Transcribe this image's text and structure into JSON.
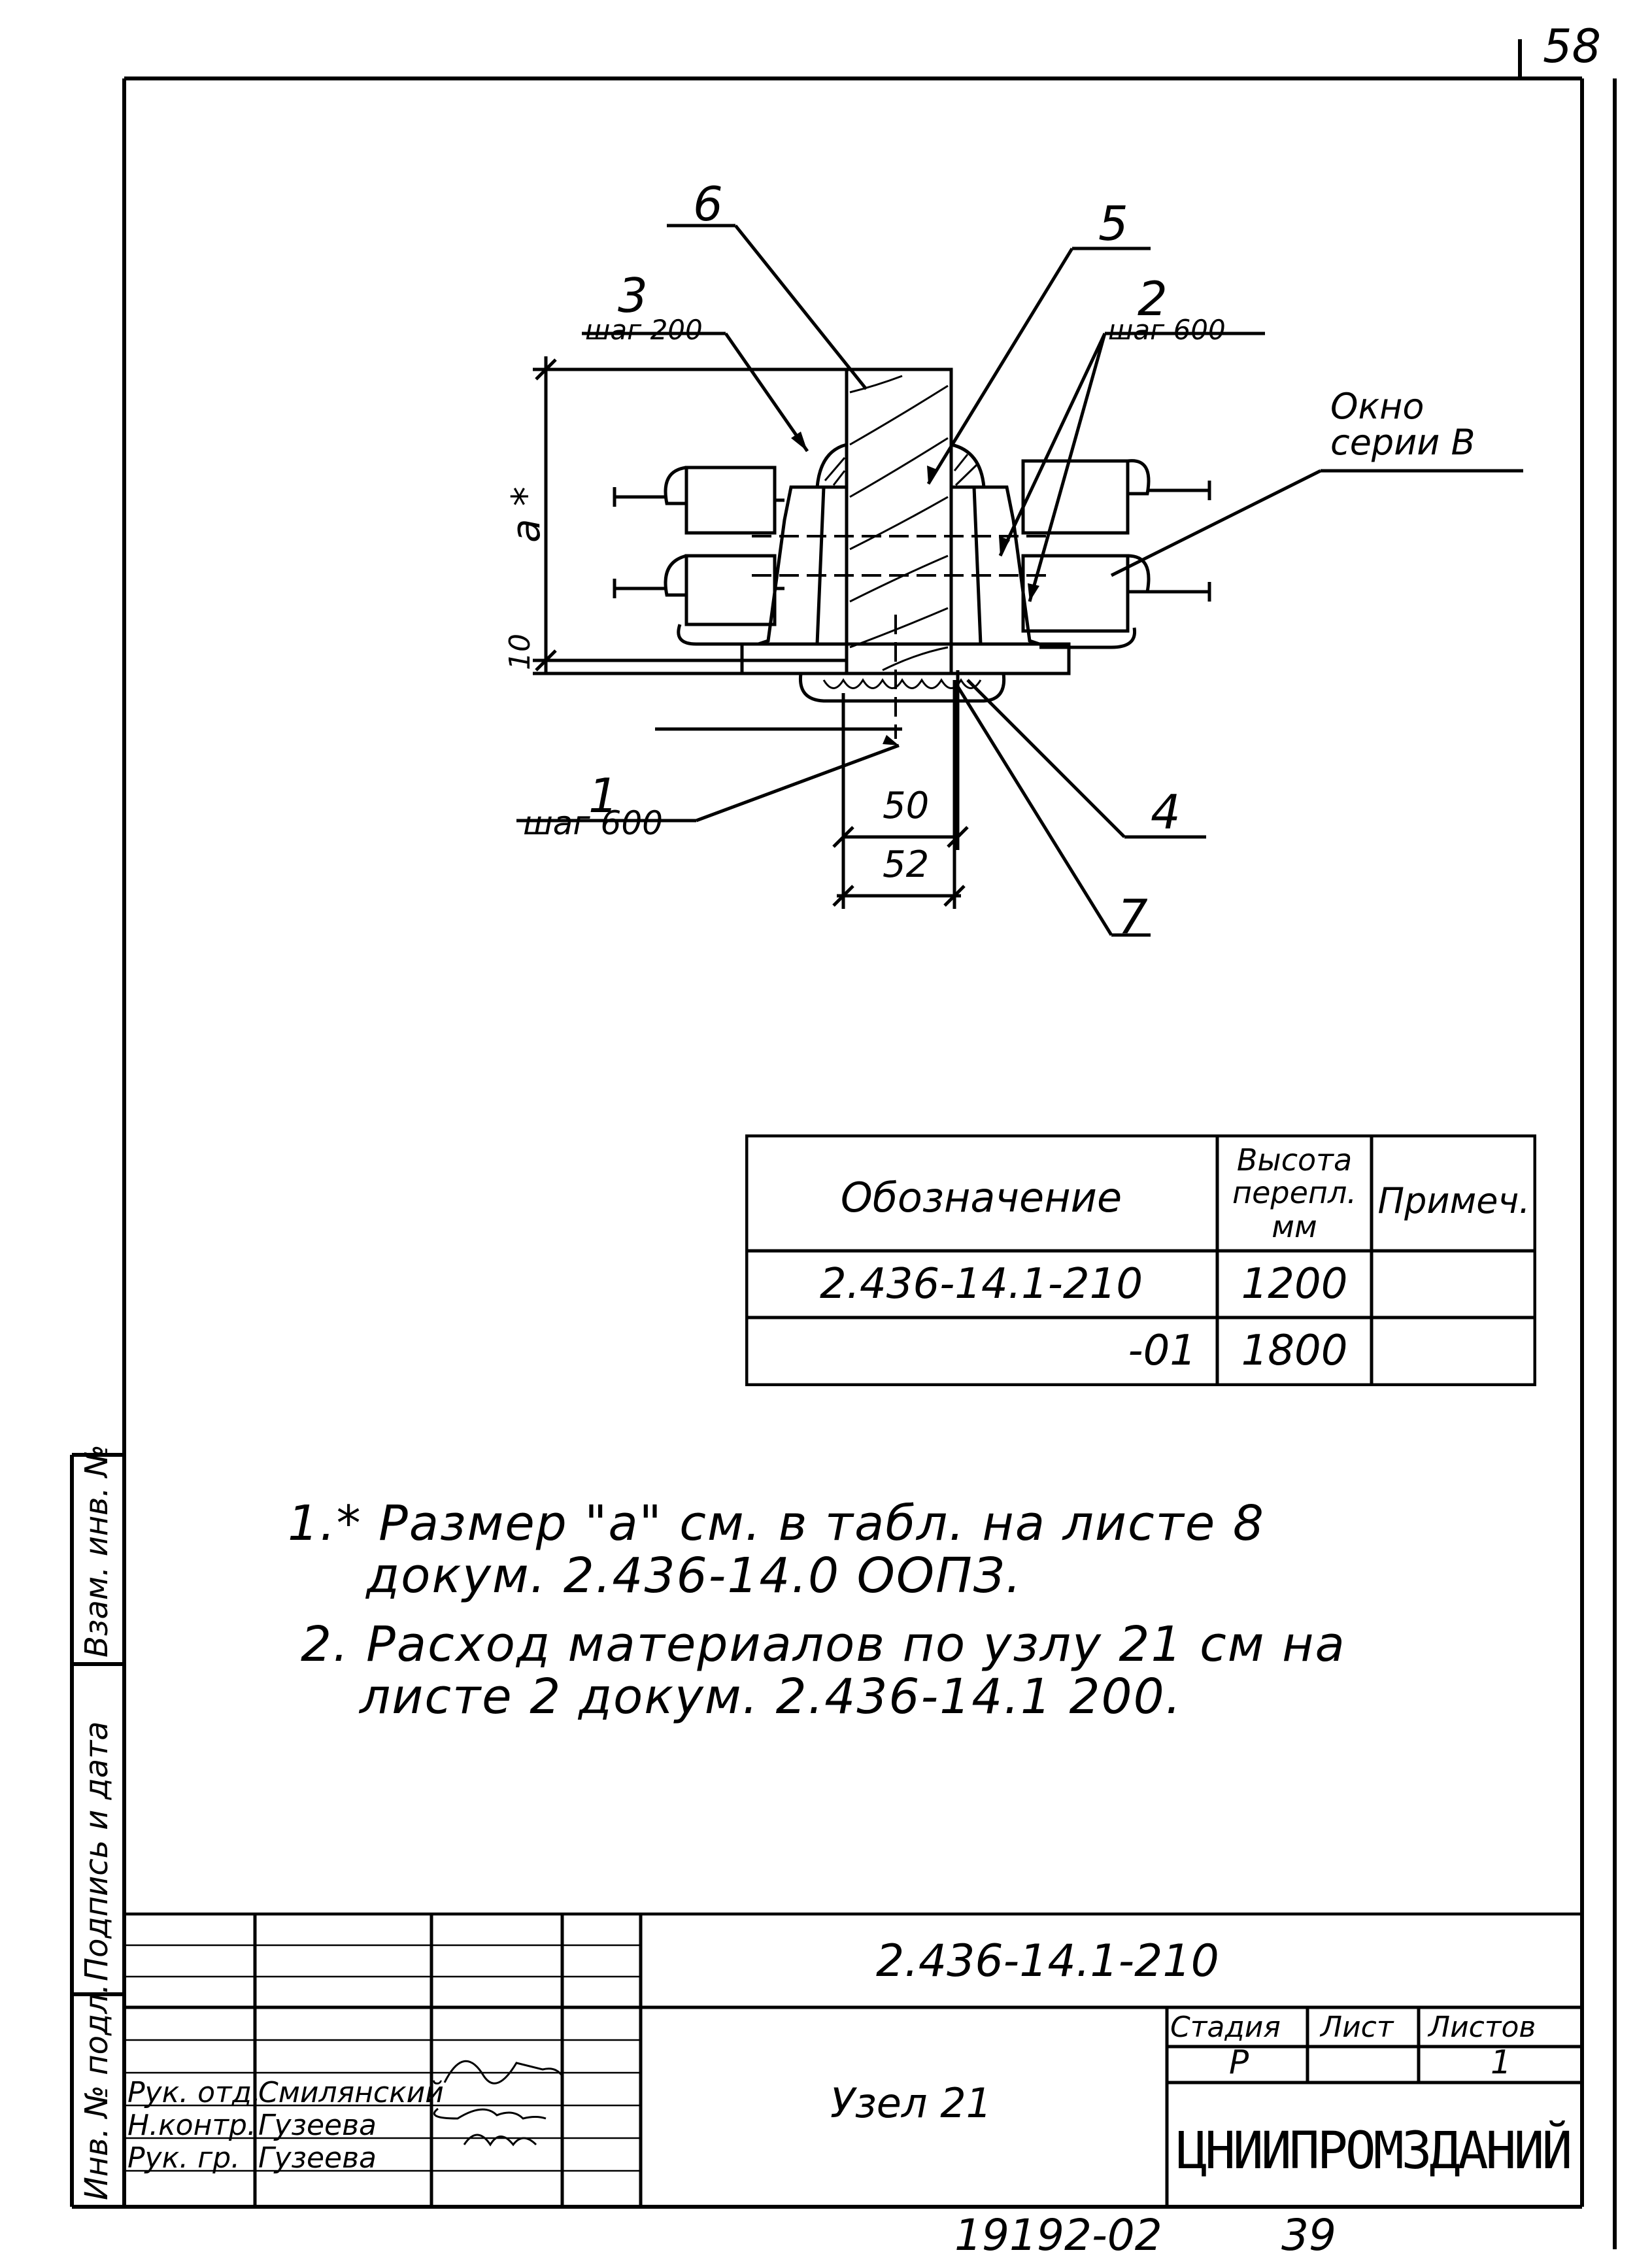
{
  "sheet_number": "58",
  "drawing": {
    "labels": {
      "item6": "6",
      "item5": "5",
      "item3": "3",
      "item3_step": "шаг 200",
      "item2": "2",
      "item2_step": "шаг 600",
      "window_line1": "Окно",
      "window_line2": "серии В",
      "dim_a": "а *",
      "dim_10": "10",
      "item1": "1",
      "item1_step": "шаг 600",
      "dim_50": "50",
      "dim_52": "52",
      "item4": "4",
      "item7": "7"
    }
  },
  "spec_table": {
    "headers": [
      "Обозначение",
      "Высота перепл. мм",
      "Примеч."
    ],
    "header_height_lines": [
      "Высота",
      "перепл.",
      "мм"
    ],
    "rows": [
      {
        "designation": "2.436-14.1-210",
        "height": "1200",
        "note": ""
      },
      {
        "designation": "-01",
        "height": "1800",
        "note": ""
      }
    ]
  },
  "notes": {
    "n1_line1": "1.* Размер \"а\" см. в табл. на листе 8",
    "n1_line2": "докум. 2.436-14.0 ООПЗ.",
    "n2_line1": "2. Расход материалов по узлу 21 см на",
    "n2_line2": "листе 2 докум. 2.436-14.1 200."
  },
  "left_margin": {
    "field1": "Взам. инв. №",
    "field2": "Подпись и дата",
    "field3": "Инв. № подл."
  },
  "title_block": {
    "document_code": "2.436-14.1-210",
    "title": "Узел 21",
    "stage_label": "Стадия",
    "sheet_label": "Лист",
    "sheets_label": "Листов",
    "stage_value": "Р",
    "sheet_value": "",
    "sheets_value": "1",
    "organization": "ЦНИИПРОМЗДАНИЙ",
    "roles": [
      {
        "role": "Рук. отд.",
        "name": "Смилянский"
      },
      {
        "role": "Н.контр.",
        "name": "Гузеева"
      },
      {
        "role": "Рук. гр.",
        "name": "Гузеева"
      }
    ]
  },
  "footer": {
    "archive_number": "19192-02",
    "page": "39"
  }
}
